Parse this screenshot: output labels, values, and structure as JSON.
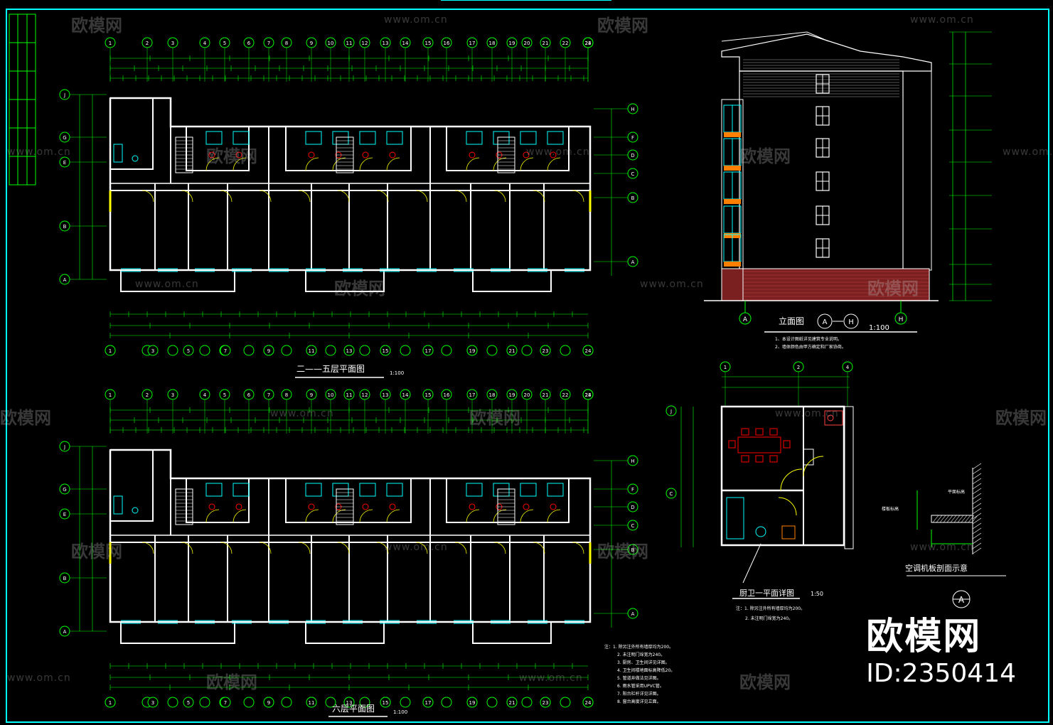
{
  "plans": {
    "upper": {
      "title": "二——五层平面图",
      "scale": "1:100"
    },
    "lower": {
      "title": "六层平面图",
      "scale": "1:100"
    }
  },
  "elevation": {
    "title": "立面图",
    "range": "A — H",
    "scale": "1:100",
    "notes": [
      "1、本设计图纸详见建筑专业说明。",
      "2、墙体颜色由甲方确定和厂家协商。"
    ]
  },
  "detail": {
    "title": "厨卫一平面详图",
    "scale": "1:50"
  },
  "section": {
    "title": "空调机板剖面示意",
    "callout": "A",
    "label": "平面标高",
    "note": "楼板标高"
  },
  "grid_axes_columns": [
    "1",
    "2",
    "3",
    "4",
    "5",
    "6",
    "7",
    "8",
    "9",
    "10",
    "11",
    "12",
    "13",
    "14",
    "15",
    "16",
    "17",
    "18",
    "19",
    "20",
    "21",
    "22",
    "23",
    "24"
  ],
  "grid_axes_rows": [
    "J",
    "G",
    "E",
    "D",
    "C",
    "B",
    "A"
  ],
  "grid_axes_rows_right": [
    "H",
    "F",
    "D",
    "C",
    "B",
    "A"
  ],
  "elev_axes": [
    "A",
    "H"
  ],
  "detail_axes": [
    "1",
    "2",
    "4"
  ],
  "notes_block": [
    "注：1. 除另注外所有墙厚均为200。",
    "2. 未注明门垛宽为240。",
    "3. 厨房、卫生间详见详图。",
    "4. 卫生间楼地面标高降低20。",
    "5. 管道井做法见详图。",
    "6. 雨水管采用UPVC管。",
    "7. 阳台栏杆详见详图。",
    "8. 窗台高度详见立面。"
  ],
  "watermarks": {
    "brand": "欧模网",
    "url": "www.om.cn"
  },
  "brand_badge": {
    "name": "欧模网",
    "id": "ID:2350414"
  },
  "colors": {
    "background": "#000000",
    "frame": "#00ffff",
    "wall": "#ffffff",
    "axis": "#00ff00",
    "door": "#ffff00",
    "furniture": "#ff0000",
    "dim": "#00ff00"
  }
}
